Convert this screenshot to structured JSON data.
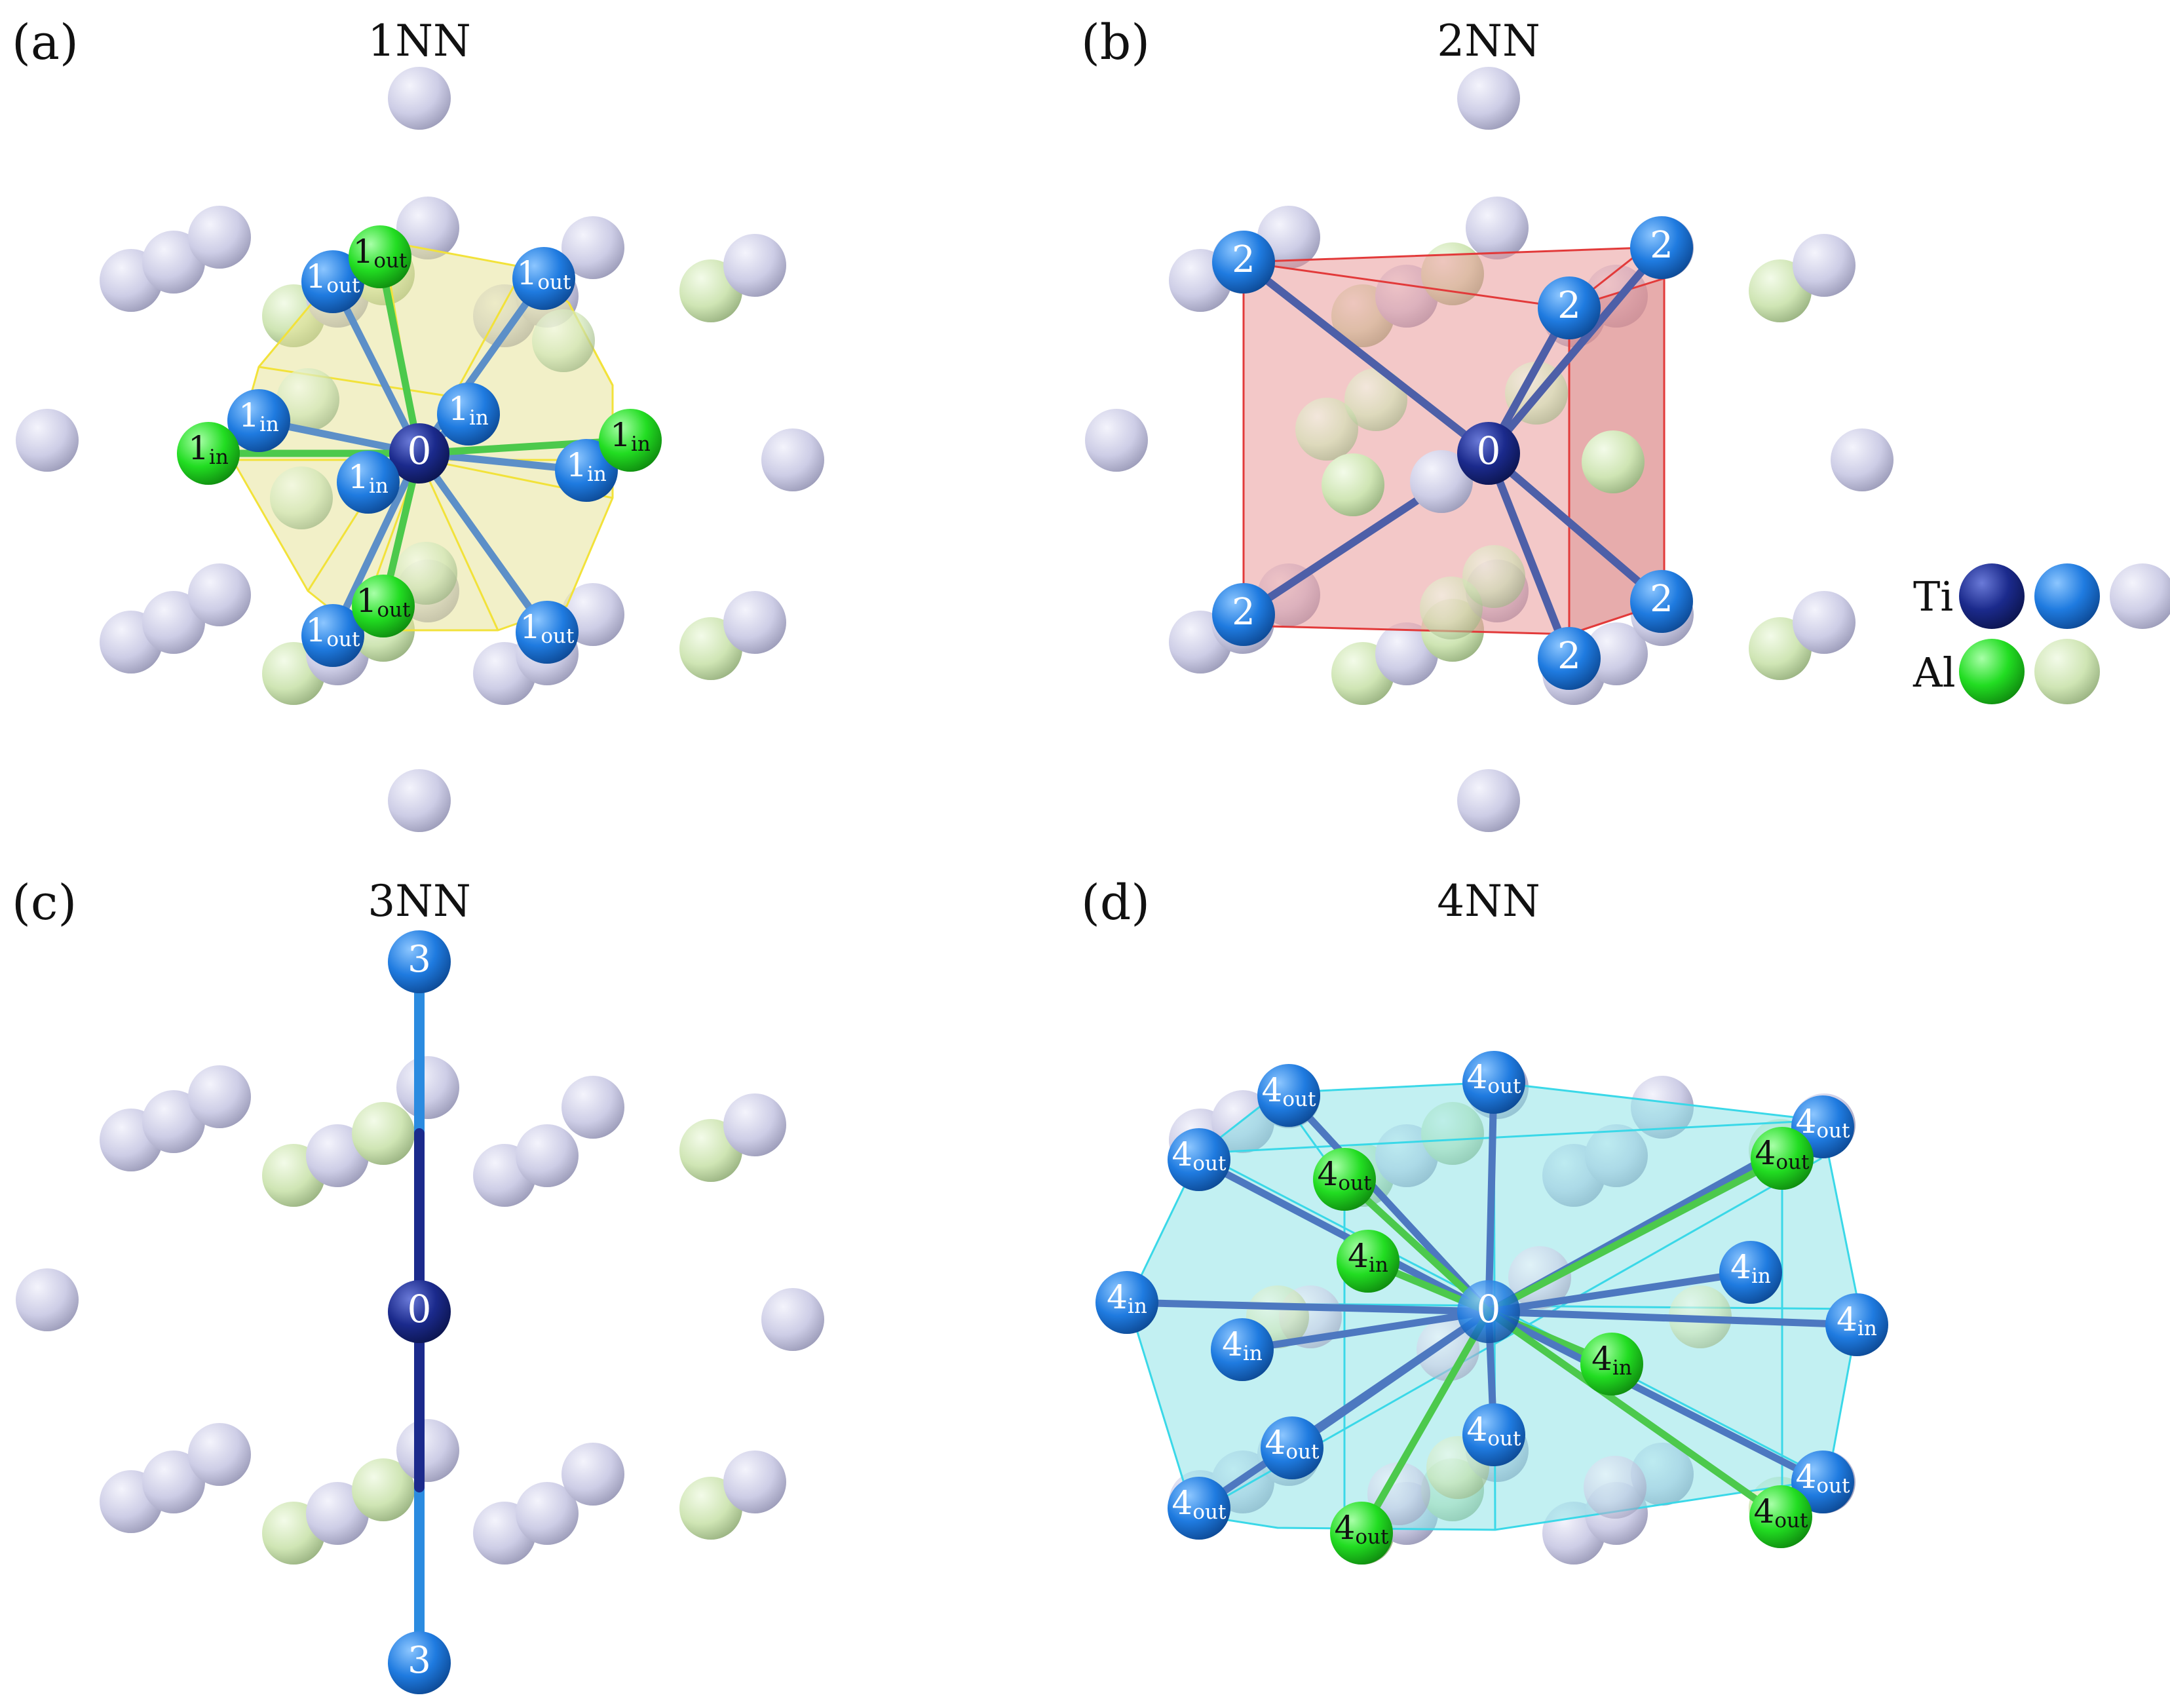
{
  "panels": [
    {
      "id": "a",
      "letter": "(a)",
      "title": "1NN"
    },
    {
      "id": "b",
      "letter": "(b)",
      "title": "2NN"
    },
    {
      "id": "c",
      "letter": "(c)",
      "title": "3NN"
    },
    {
      "id": "d",
      "letter": "(d)",
      "title": "4NN"
    }
  ],
  "legend": {
    "ti_label": "Ti",
    "al_label": "Al",
    "ti_colors": [
      "#1b2a8c",
      "#1f7be0",
      "#cdcde6"
    ],
    "al_colors": [
      "#22dd22",
      "#cfe5b4"
    ]
  },
  "labels": {
    "center": "0",
    "n1": "1",
    "n2": "2",
    "n3": "3",
    "n4": "4",
    "sub_in": "in",
    "sub_out": "out"
  },
  "colors": {
    "ti_center": "#1b2a8c",
    "ti_neighbor": "#1f7be0",
    "ti_bg": "#cdcde6",
    "al_neighbor": "#22dd22",
    "al_bg": "#cfe5b4",
    "poly_1nn": "#e8e39a",
    "poly_2nn": "#e99a9a",
    "poly_4nn": "#8fe3e8"
  }
}
